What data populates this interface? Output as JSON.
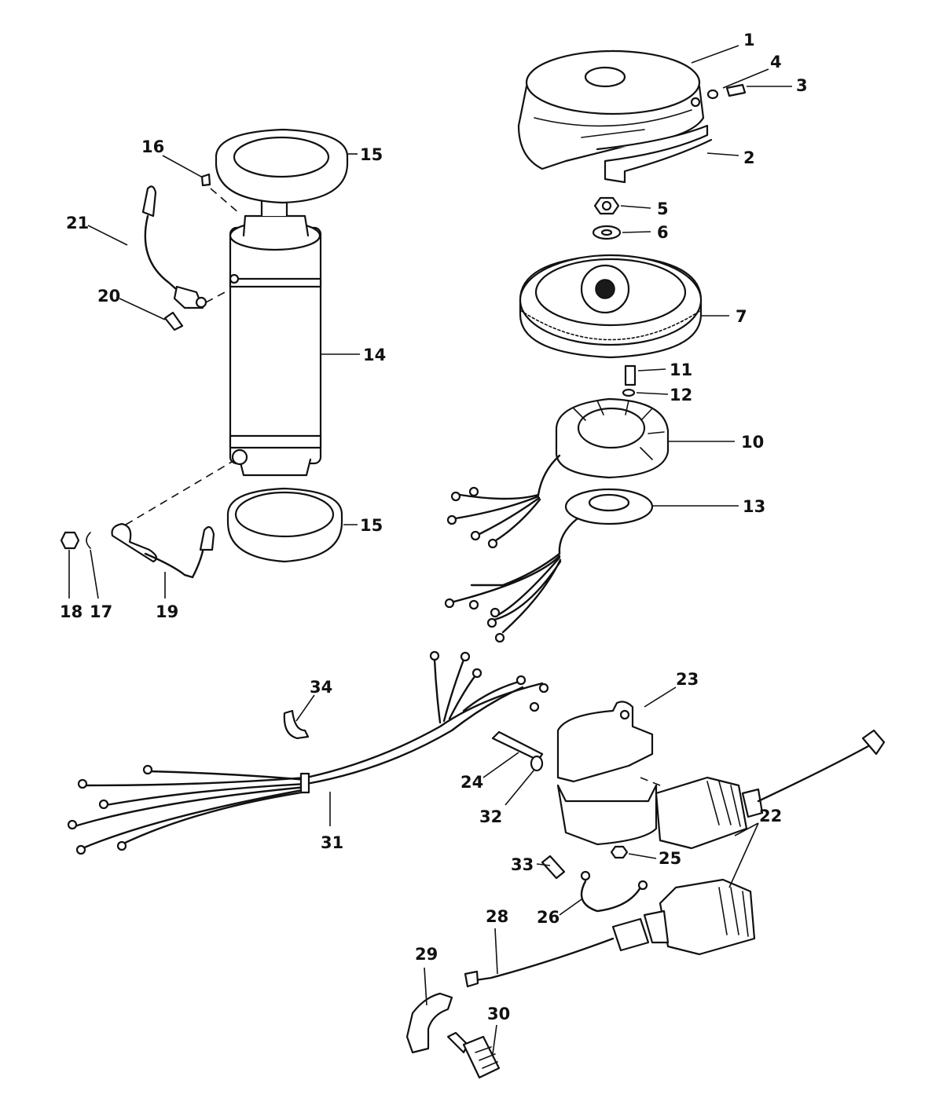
{
  "callouts": {
    "c1": "1",
    "c2": "2",
    "c3": "3",
    "c4": "4",
    "c5": "5",
    "c6": "6",
    "c7": "7",
    "c10": "10",
    "c11": "11",
    "c12": "12",
    "c13": "13",
    "c14": "14",
    "c15a": "15",
    "c15b": "15",
    "c16": "16",
    "c17": "17",
    "c18": "18",
    "c19": "19",
    "c20": "20",
    "c21": "21",
    "c22": "22",
    "c23": "23",
    "c24": "24",
    "c25": "25",
    "c26": "26",
    "c28": "28",
    "c29": "29",
    "c30": "30",
    "c31": "31",
    "c32": "32",
    "c33": "33",
    "c34": "34"
  },
  "colors": {
    "line": "#111111",
    "background": "#ffffff"
  }
}
